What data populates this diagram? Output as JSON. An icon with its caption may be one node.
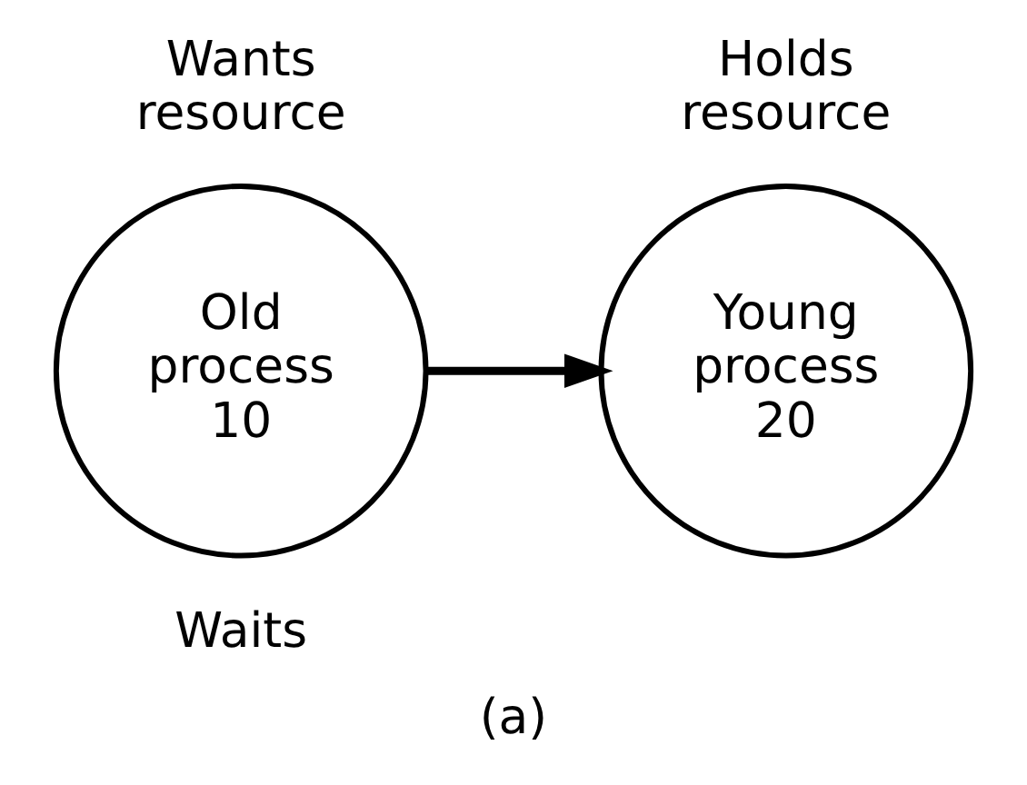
{
  "diagram": {
    "caption": "(a)",
    "nodes": [
      {
        "text": [
          "Old process 10"
        ],
        "beside": [
          "Wants resource",
          "Waits"
        ]
      },
      {
        "text": [
          "Young process 20"
        ],
        "beside": [
          "Holds resource"
        ]
      }
    ],
    "edges": [
      {
        "from": 0,
        "to": 1,
        "arrow": "to"
      }
    ]
  }
}
